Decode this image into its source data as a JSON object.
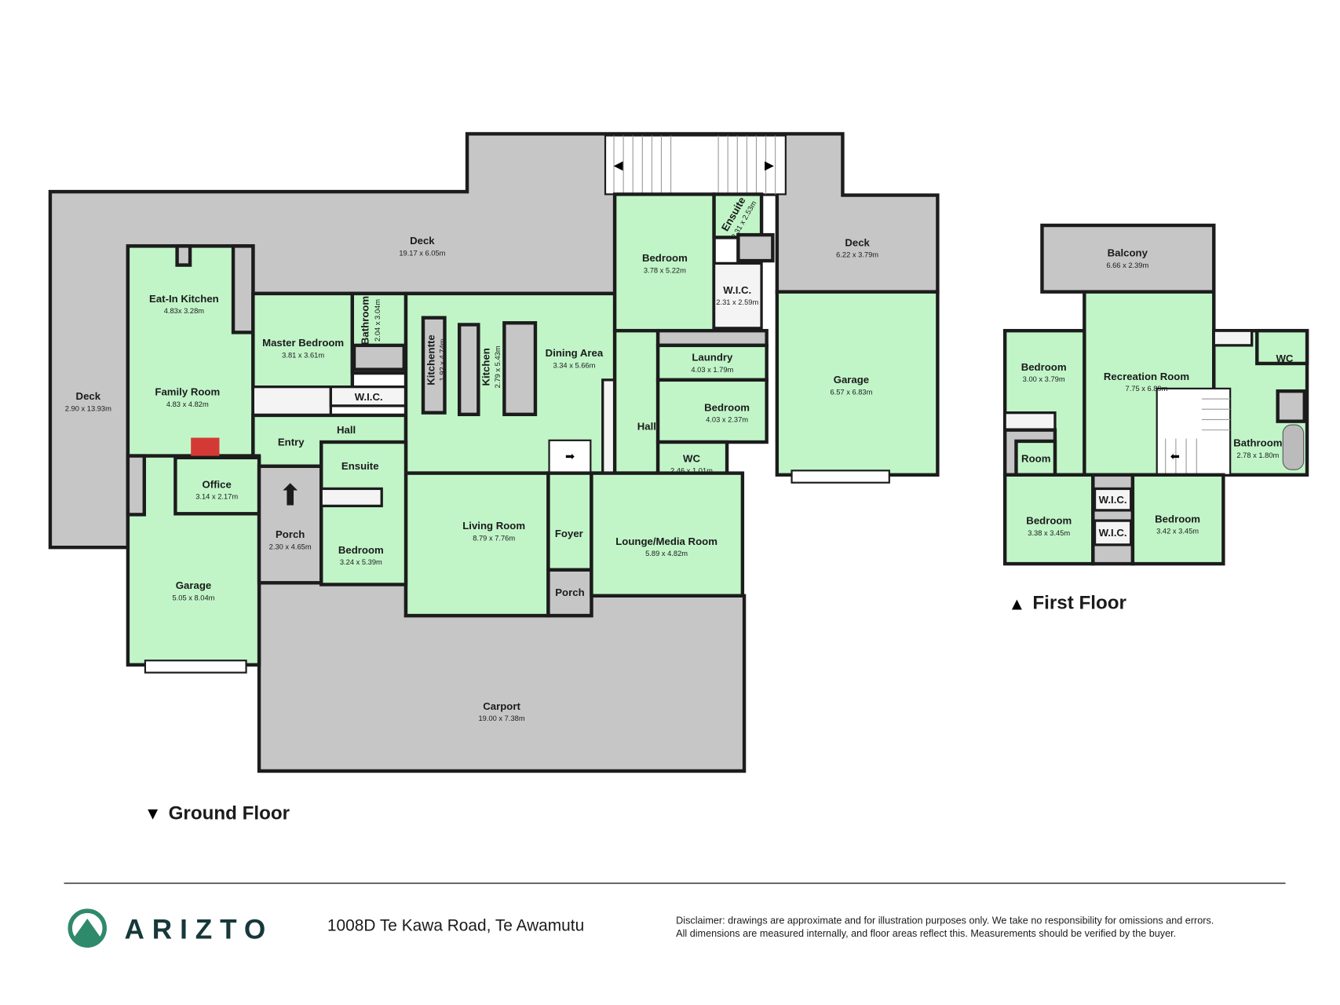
{
  "ground_floor": {
    "title": "Ground Floor",
    "rooms": [
      {
        "name": "Deck",
        "dims": "19.17 x 6.05m"
      },
      {
        "name": "Deck",
        "dims": "2.90 x 13.93m"
      },
      {
        "name": "Deck",
        "dims": "6.22 x 3.79m"
      },
      {
        "name": "Eat-In Kitchen",
        "dims": "4.83x  3.28m"
      },
      {
        "name": "Family Room",
        "dims": "4.83 x 4.82m"
      },
      {
        "name": "Master Bedroom",
        "dims": "3.81 x 3.61m"
      },
      {
        "name": "Bathroom",
        "dims": "2.04 x 3.04m"
      },
      {
        "name": "W.I.C."
      },
      {
        "name": "Kitchentte",
        "dims": "1.92 x 4.74m"
      },
      {
        "name": "Kitchen",
        "dims": "2.79 x 5.43m"
      },
      {
        "name": "Dining Area",
        "dims": "3.34 x 5.66m"
      },
      {
        "name": "Bedroom",
        "dims": "3.78 x 5.22m"
      },
      {
        "name": "Ensuite",
        "dims": "2.31 x 2.53m"
      },
      {
        "name": "W.I.C.",
        "dims": "2.31 x 2.59m"
      },
      {
        "name": "Laundry",
        "dims": "4.03 x 1.79m"
      },
      {
        "name": "Bedroom",
        "dims": "4.03 x 2.37m"
      },
      {
        "name": "Hall"
      },
      {
        "name": "WC",
        "dims": "2.46 x 1.01m"
      },
      {
        "name": "Garage",
        "dims": "6.57 x 6.83m"
      },
      {
        "name": "Hall"
      },
      {
        "name": "Entry"
      },
      {
        "name": "Ensuite"
      },
      {
        "name": "Office",
        "dims": "3.14 x 2.17m"
      },
      {
        "name": "Porch",
        "dims": "2.30 x 4.65m"
      },
      {
        "name": "Bedroom",
        "dims": "3.24 x 5.39m"
      },
      {
        "name": "Living Room",
        "dims": "8.79 x 7.76m"
      },
      {
        "name": "Foyer"
      },
      {
        "name": "Porch"
      },
      {
        "name": "Lounge/Media Room",
        "dims": "5.89 x 4.82m"
      },
      {
        "name": "Garage",
        "dims": "5.05 x 8.04m"
      },
      {
        "name": "Carport",
        "dims": "19.00 x 7.38m"
      }
    ]
  },
  "first_floor": {
    "title": "First Floor",
    "rooms": [
      {
        "name": "Balcony",
        "dims": "6.66 x 2.39m"
      },
      {
        "name": "Bedroom",
        "dims": "3.00 x 3.79m"
      },
      {
        "name": "Recreation Room",
        "dims": "7.75 x 6.89m"
      },
      {
        "name": "WC"
      },
      {
        "name": "Bathroom",
        "dims": "2.78 x 1.80m"
      },
      {
        "name": "Room"
      },
      {
        "name": "W.I.C."
      },
      {
        "name": "W.I.C."
      },
      {
        "name": "Bedroom",
        "dims": "3.38 x 3.45m"
      },
      {
        "name": "Bedroom",
        "dims": "3.42 x 3.45m"
      }
    ]
  },
  "footer": {
    "brand": "ARIZTO",
    "address": "1008D Te Kawa Road, Te Awamutu",
    "disclaimer_line1": "Disclaimer: drawings are approximate and for illustration purposes only. We take no responsibility for omissions and errors.",
    "disclaimer_line2": "All dimensions are measured internally, and floor areas reflect this. Measurements should be verified by the buyer."
  },
  "colors": {
    "room": "#c1f5c8",
    "outdoor": "#c6c6c6",
    "wall": "#1c1c1c",
    "brand": "#17383a",
    "logo_accent": "#2e8a6a",
    "fireplace": "#d43a35"
  }
}
